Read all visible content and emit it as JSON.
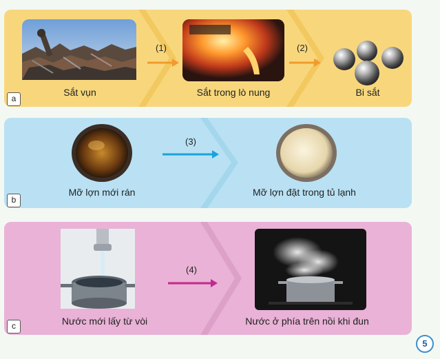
{
  "panels": {
    "a": {
      "badge": "a",
      "items": [
        "Sắt vụn",
        "Sắt trong lò nung",
        "Bi sắt"
      ],
      "steps": [
        "(1)",
        "(2)"
      ],
      "arrow_color": "#f29a2e"
    },
    "b": {
      "badge": "b",
      "items": [
        "Mỡ lợn mới rán",
        "Mỡ lợn đặt trong tủ lạnh"
      ],
      "steps": [
        "(3)"
      ],
      "arrow_color": "#1aa3d9"
    },
    "c": {
      "badge": "c",
      "items": [
        "Nước mới lấy từ vòi",
        "Nước ở phía trên nồi khi đun"
      ],
      "steps": [
        "(4)"
      ],
      "arrow_color": "#c4288f"
    }
  },
  "page_number": "5",
  "colors": {
    "panel_a": "#f8d77c",
    "panel_b": "#b9e1f3",
    "panel_c": "#e9b2d6"
  }
}
